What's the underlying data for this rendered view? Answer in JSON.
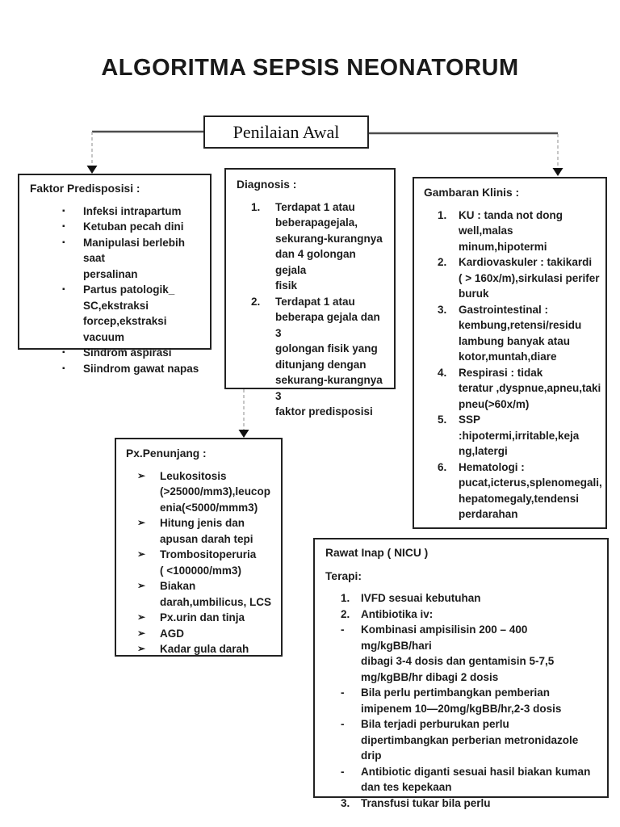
{
  "title": "ALGORITMA SEPSIS NEONATORUM",
  "colors": {
    "page_bg": "#ffffff",
    "text": "#1c1c1c",
    "box_border": "#222222",
    "connector_line": "#4d4d4d",
    "dashed_drop_line": "#a8a8a8",
    "arrowhead": "#111111"
  },
  "nodes": {
    "penilaian_awal": {
      "label": "Penilaian Awal"
    },
    "faktor": {
      "title": "Faktor Predisposisi :",
      "bullet": "▪",
      "items": [
        "Infeksi intrapartum",
        "Ketuban pecah dini",
        "Manipulasi berlebih saat\npersalinan",
        "Partus patologik_\nSC,ekstraksi\nforcep,ekstraksi vacuum",
        "Sindrom aspirasi",
        "Siindrom gawat napas"
      ]
    },
    "diagnosis": {
      "title": "Diagnosis :",
      "items": [
        {
          "marker": "1.",
          "text": "Terdapat 1 atau\nbeberapagejala,\nsekurang-kurangnya\ndan 4 golongan gejala\nfisik"
        },
        {
          "marker": "2.",
          "text": "Terdapat 1 atau\nbeberapa gejala dan 3\ngolongan fisik yang\nditunjang dengan\nsekurang-kurangnya 3\nfaktor predisposisi"
        }
      ]
    },
    "gambaran": {
      "title": "Gambaran Klinis :",
      "items": [
        {
          "marker": "1.",
          "text": "KU : tanda not dong\nwell,malas\nminum,hipotermi"
        },
        {
          "marker": "2.",
          "text": "Kardiovaskuler : takikardi\n( > 160x/m),sirkulasi perifer\nburuk"
        },
        {
          "marker": "3.",
          "text": "Gastrointestinal :\nkembung,retensi/residu\nlambung banyak atau\nkotor,muntah,diare"
        },
        {
          "marker": "4.",
          "text": "Respirasi : tidak\nteratur ,dyspnue,apneu,taki\npneu(>60x/m)"
        },
        {
          "marker": "5.",
          "text": "SSP :hipotermi,irritable,keja\nng,latergi"
        },
        {
          "marker": "6.",
          "text": "Hematologi :\npucat,icterus,splenomegali,\nhepatomegaly,tendensi\nperdarahan"
        }
      ]
    },
    "penunjang": {
      "title": "Px.Penunjang :",
      "bullet": "➢",
      "items": [
        "Leukositosis\n(>25000/mm3),leucop\nenia(<5000/mmm3)",
        "Hitung jenis dan\napusan darah tepi",
        "Trombositoperuria\n( <100000/mm3)",
        "Biakan\ndarah,umbilicus, LCS",
        "Px.urin dan tinja",
        "AGD",
        "Kadar gula darah"
      ]
    },
    "rawat": {
      "title": "Rawat Inap ( NICU )",
      "subtitle": "Terapi:",
      "items": [
        {
          "marker": "1.",
          "text": "IVFD sesuai kebutuhan"
        },
        {
          "marker": "2.",
          "text": "Antibiotika iv:"
        },
        {
          "marker": "-",
          "text": "Kombinasi ampisilisin 200 – 400 mg/kgBB/hari\ndibagi 3-4 dosis dan gentamisin 5-7,5\nmg/kgBB/hr dibagi 2 dosis"
        },
        {
          "marker": "-",
          "text": "Bila perlu pertimbangkan pemberian\nimipenem 10—20mg/kgBB/hr,2-3 dosis"
        },
        {
          "marker": "-",
          "text": "Bila terjadi perburukan perlu\ndipertimbangkan perberian metronidazole\ndrip"
        },
        {
          "marker": "-",
          "text": "Antibiotic diganti sesuai hasil biakan kuman\ndan tes kepekaan"
        },
        {
          "marker": "3.",
          "text": "Transfusi tukar bila perlu"
        }
      ]
    }
  }
}
